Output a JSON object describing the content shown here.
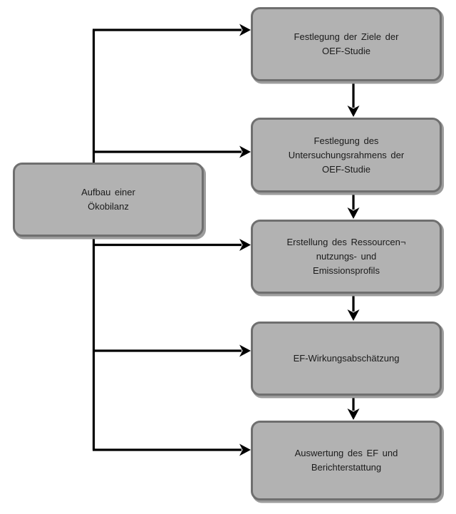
{
  "diagram": {
    "source": {
      "label": "Aufbau einer\nÖkobilanz"
    },
    "steps": [
      {
        "label": "Festlegung der Ziele der\nOEF-Studie"
      },
      {
        "label": "Festlegung des\nUntersuchungsrahmens der\nOEF-Studie"
      },
      {
        "label": "Erstellung des Ressourcen¬\nnutzungs- und\nEmissionsprofils"
      },
      {
        "label": "EF-Wirkungsabschätzung"
      },
      {
        "label": "Auswertung des EF und\nBerichterstattung"
      }
    ],
    "colors": {
      "box_fill": "#b2b2b2",
      "box_border": "#6f6f6f",
      "connector": "#000000",
      "background": "#ffffff"
    }
  }
}
